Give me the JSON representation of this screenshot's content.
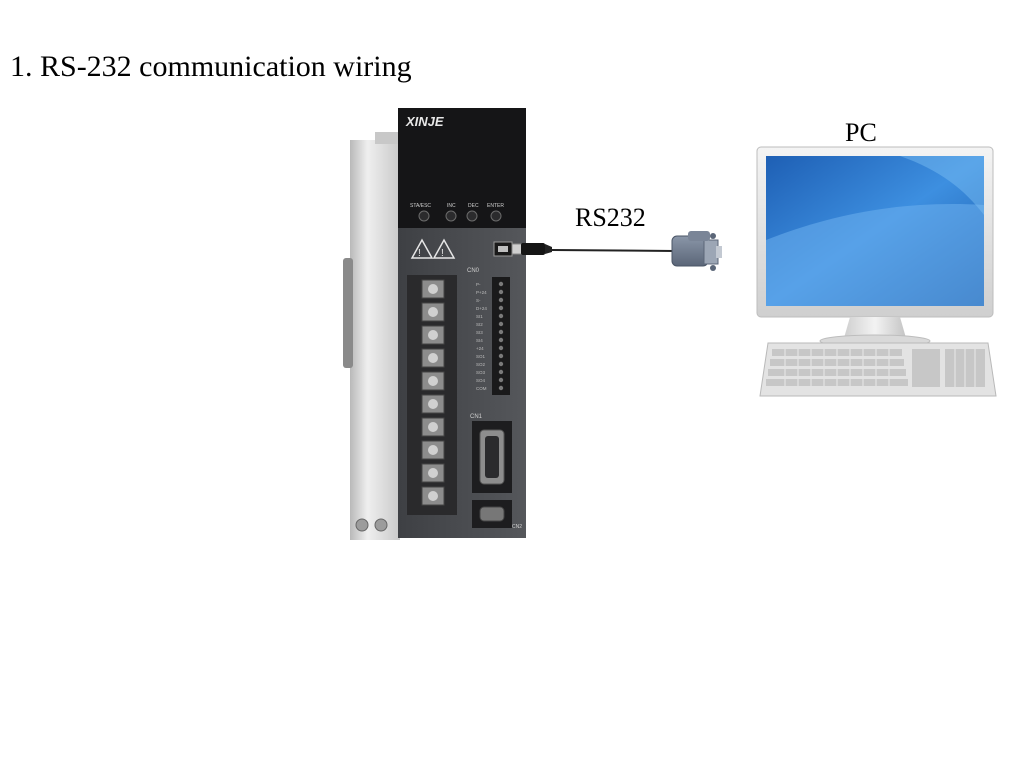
{
  "title": "1. RS-232 communication wiring",
  "labels": {
    "pc": "PC",
    "cable": "RS232"
  },
  "drive": {
    "brand": "XINJE",
    "keys": [
      "STA/ESC",
      "INC",
      "DEC",
      "ENTER"
    ],
    "ports": {
      "cn0": "CN0",
      "cn1": "CN1",
      "cn2": "CN2"
    },
    "cn0_pins": [
      "P-",
      "P+24",
      "S-",
      "D+24",
      "SI1",
      "SI2",
      "SI3",
      "SI4",
      "+24",
      "SO1",
      "SO2",
      "SO3",
      "SO4",
      "COM"
    ]
  },
  "colors": {
    "drive_body": "#4a4c50",
    "drive_panel": "#1c1c1e",
    "heatsink": "#d8d8d8",
    "screen_blue": "#2f7fd0",
    "cable": "#222222"
  }
}
